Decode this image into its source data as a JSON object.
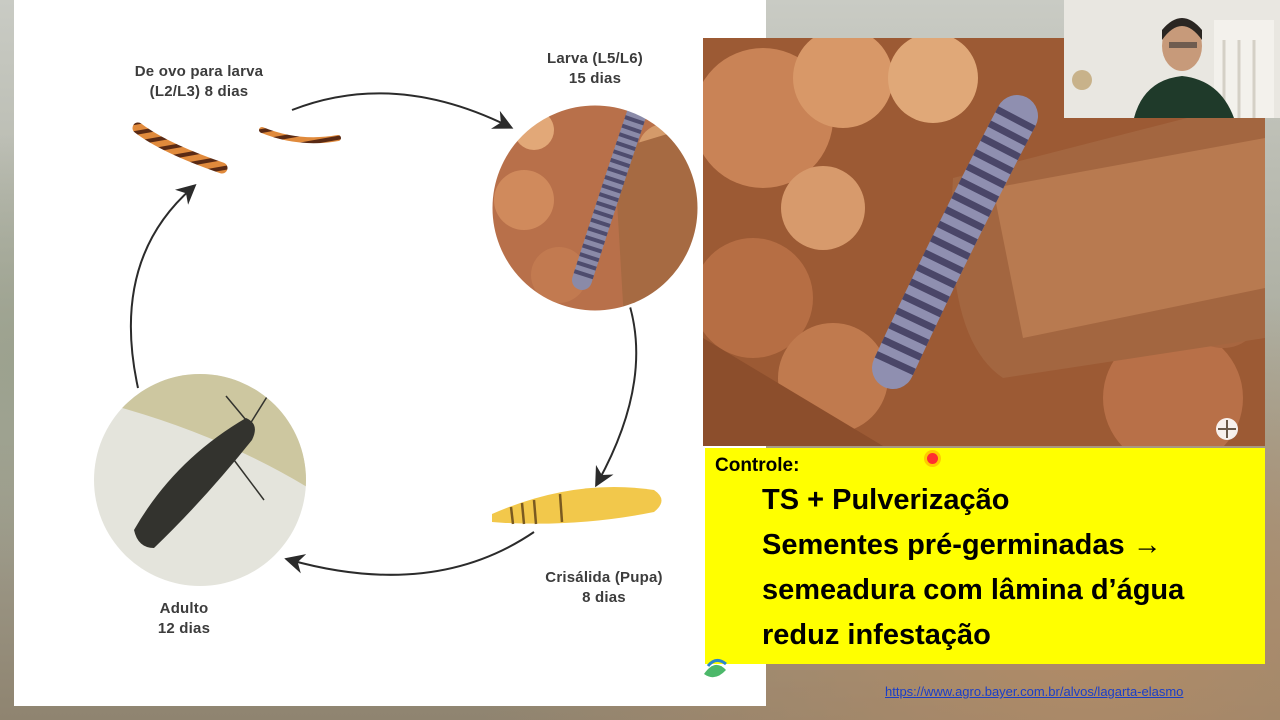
{
  "lifecycle": {
    "egg_to_larva": {
      "line1": "De ovo para larva",
      "line2": "(L2/L3) 8 dias"
    },
    "larva": {
      "line1": "Larva (L5/L6)",
      "line2": "15 dias"
    },
    "pupa": {
      "line1": "Crisálida (Pupa)",
      "line2": "8 dias"
    },
    "adult": {
      "line1": "Adulto",
      "line2": "12 dias"
    }
  },
  "control": {
    "title": "Controle:",
    "lines": [
      "TS + Pulverização",
      "Sementes pré-germinadas →",
      "semeadura com lâmina d’água",
      "reduz infestação"
    ]
  },
  "source": {
    "url": "https://www.agro.bayer.com.br/alvos/lagarta-elasmo"
  },
  "colors": {
    "highlight": "#ffff00",
    "link": "#1a3ec8",
    "pupa": "#f2c84b",
    "larva_stripe": "#b5541f"
  }
}
